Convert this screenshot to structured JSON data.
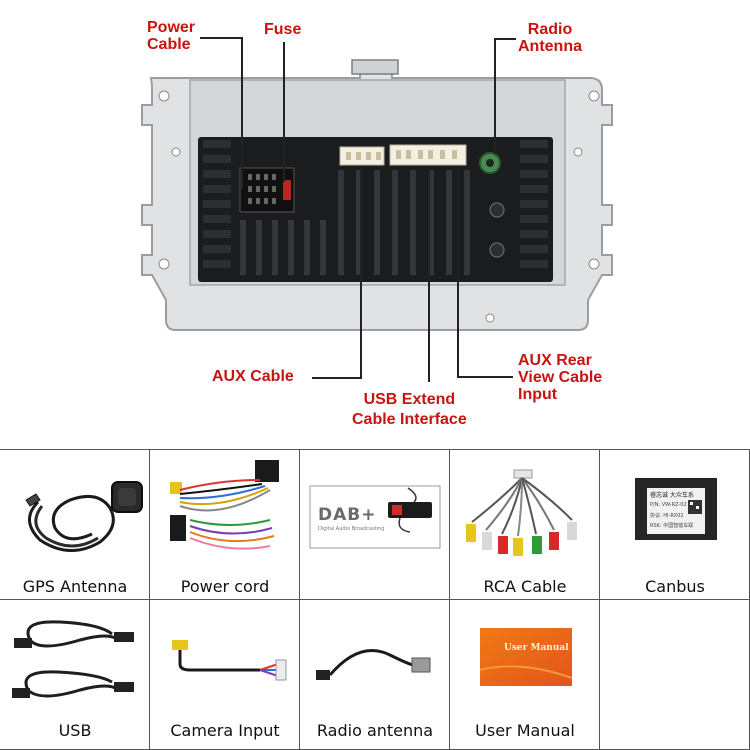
{
  "diagram": {
    "callouts": {
      "power_cable": [
        "Power",
        "Cable"
      ],
      "fuse": "Fuse",
      "radio_antenna": [
        "Radio",
        "Antenna"
      ],
      "aux_cable": "AUX Cable",
      "usb_extend": [
        "USB Extend",
        "Cable Interface"
      ],
      "aux_rear": [
        "AUX Rear",
        "View Cable",
        "Input"
      ]
    },
    "callout_color": "#c8140f"
  },
  "accessories": [
    {
      "label": "GPS Antenna",
      "icon": "gps-antenna-icon"
    },
    {
      "label": "Power cord",
      "icon": "power-cord-icon"
    },
    {
      "label": "",
      "icon": "dab-plus-icon"
    },
    {
      "label": "RCA  Cable",
      "icon": "rca-cable-icon"
    },
    {
      "label": "Canbus",
      "icon": "canbus-icon"
    },
    {
      "label": "USB",
      "icon": "usb-cable-icon"
    },
    {
      "label": "Camera Input",
      "icon": "camera-input-icon"
    },
    {
      "label": "Radio antenna",
      "icon": "radio-antenna-icon"
    },
    {
      "label": "User Manual",
      "icon": "user-manual-icon"
    },
    {
      "label": "",
      "icon": "empty"
    }
  ],
  "dab_panel": {
    "logo": "DAB+",
    "subtitle": "Digital Audio Broadcasting"
  },
  "canbus_box": {
    "line1": "睿志诚   大众车系",
    "line2": "P/N: VW-RZ-02",
    "line3": "协议: HI-RX02",
    "line4": "RSK: 中国智能车联"
  },
  "manual_cover": {
    "title": "User Manual"
  }
}
